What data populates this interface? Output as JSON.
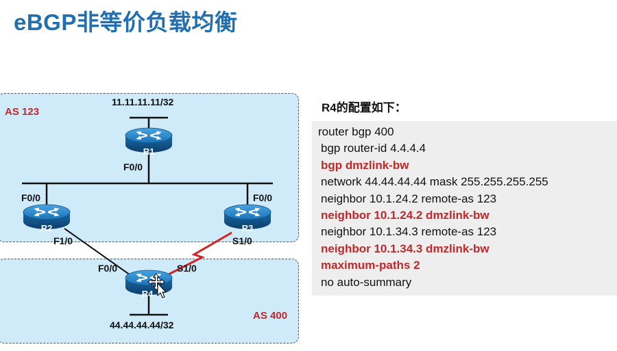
{
  "slide_title": "eBGP非等价负载均衡",
  "diagram": {
    "as_top": "AS 123",
    "as_bottom": "AS 400",
    "routers": [
      {
        "id": "r1",
        "label": "R1"
      },
      {
        "id": "r2",
        "label": "R2"
      },
      {
        "id": "r3",
        "label": "R3"
      },
      {
        "id": "r4",
        "label": "R4"
      }
    ],
    "r1_loopback": "11.11.11.11/32",
    "r4_loopback": "44.44.44.44/32",
    "interfaces": {
      "r1_f00": "F0/0",
      "r2_f00": "F0/0",
      "r3_f00": "F0/0",
      "r2_f10": "F1/0",
      "r3_s10": "S1/0",
      "r4_f00": "F0/0",
      "r4_s10": "S1/0"
    },
    "colors": {
      "as_fill": "#cfeaf8",
      "router_blue": "#1a73b8",
      "serial_link": "#d62020",
      "highlight": "#c0282a",
      "title": "#1f6fb2"
    }
  },
  "config": {
    "title": "R4的配置如下：",
    "lines": [
      {
        "text": "router bgp 400",
        "highlight": false
      },
      {
        "text": " bgp router-id  4.4.4.4",
        "highlight": false
      },
      {
        "text": " bgp dmzlink-bw",
        "highlight": true
      },
      {
        "text": " network 44.44.44.44  mask 255.255.255.255",
        "highlight": false
      },
      {
        "text": " neighbor  10.1.24.2  remote-as 123",
        "highlight": false
      },
      {
        "text": " neighbor 10.1.24.2  dmzlink-bw",
        "highlight": true
      },
      {
        "text": " neighbor  10.1.34.3  remote-as 123",
        "highlight": false
      },
      {
        "text": " neighbor 10.1.34.3  dmzlink-bw",
        "highlight": true
      },
      {
        "text": " maximum-paths  2",
        "highlight": true
      },
      {
        "text": " no auto-summary",
        "highlight": false
      }
    ]
  }
}
